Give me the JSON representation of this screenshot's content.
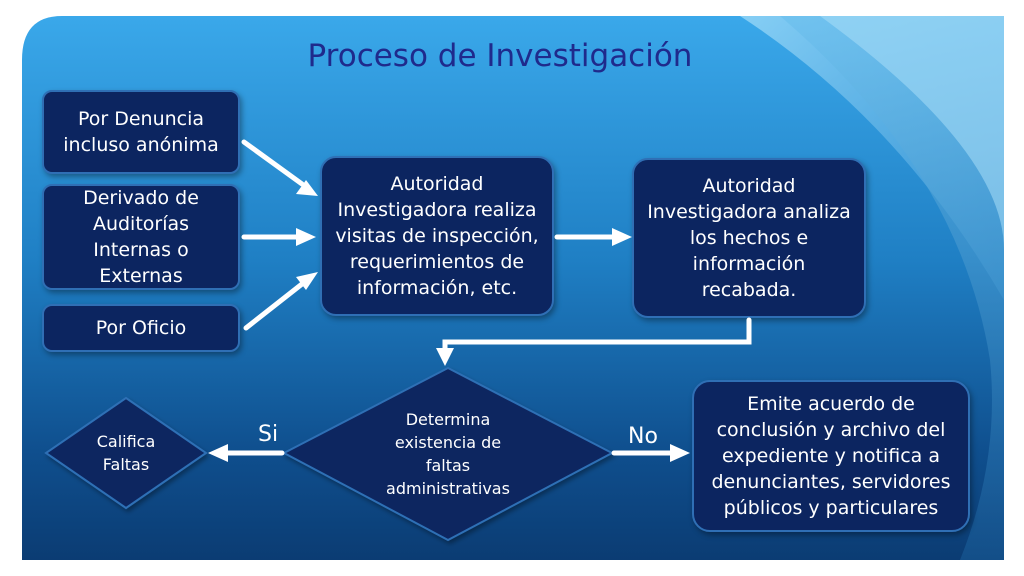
{
  "title": "Proceso de Investigación",
  "sources": {
    "denuncia": "Por Denuncia\nincluso anónima",
    "auditorias": "Derivado de\nAuditorías\nInternas o\nExternas",
    "oficio": "Por Oficio"
  },
  "steps": {
    "visitas": "Autoridad\nInvestigadora realiza\nvisitas de inspección,\nrequerimientos de\ninformación, etc.",
    "analiza": "Autoridad\nInvestigadora analiza\nlos hechos e\ninformación\nrecabada."
  },
  "decision": {
    "text": "Determina\nexistencia de\nfaltas\nadministrativas",
    "yes_label": "Si",
    "no_label": "No"
  },
  "outcomes": {
    "califica": "Califica\nFaltas",
    "emite": "Emite acuerdo de\nconclusión y archivo del\nexpediente y notifica a\ndenunciantes, servidores\npúblicos y particulares"
  },
  "colors": {
    "box_fill": "#0c2560",
    "box_border": "#2f6fb5",
    "title": "#1f2a8c",
    "arrow": "#ffffff"
  }
}
